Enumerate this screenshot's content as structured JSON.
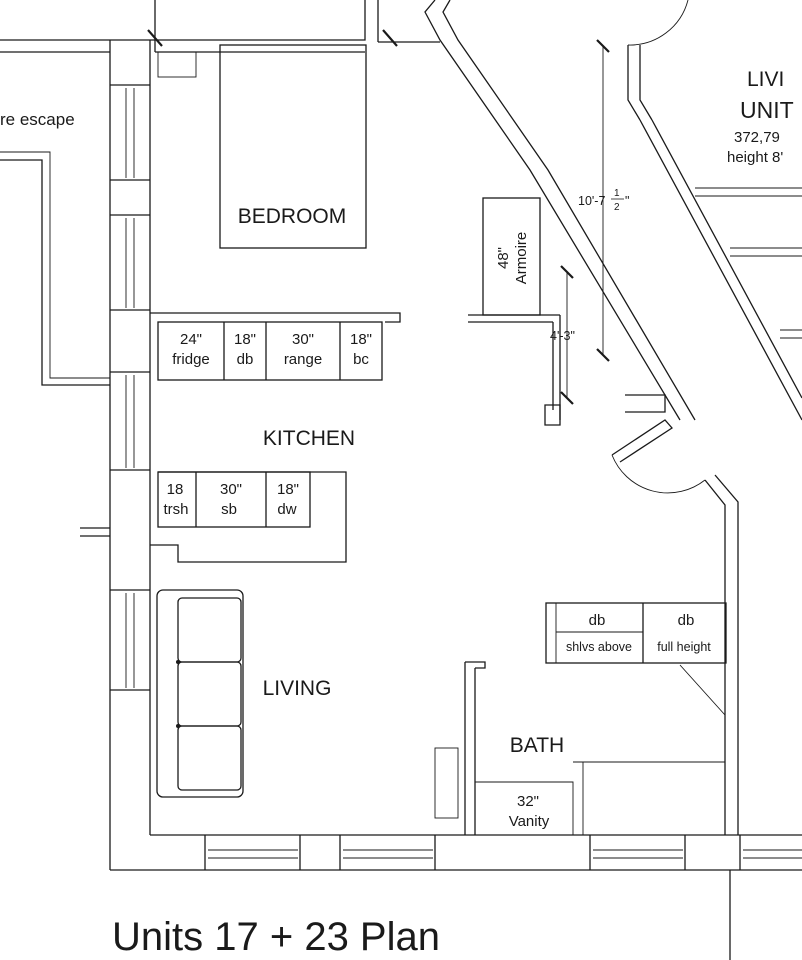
{
  "rooms": {
    "bedroom": "BEDROOM",
    "kitchen": "KITCHEN",
    "living": "LIVING",
    "bath": "BATH"
  },
  "fire_escape": "re escape",
  "upper_cabinets": [
    {
      "size": "24\"",
      "name": "fridge"
    },
    {
      "size": "18\"",
      "name": "db"
    },
    {
      "size": "30\"",
      "name": "range"
    },
    {
      "size": "18\"",
      "name": "bc"
    }
  ],
  "lower_cabinets": [
    {
      "size": "18",
      "name": "trsh"
    },
    {
      "size": "30\"",
      "name": "sb"
    },
    {
      "size": "18\"",
      "name": "dw"
    }
  ],
  "armoire": {
    "size": "48\"",
    "name": "Armoire"
  },
  "dimensions": {
    "tall_main": "10'-7",
    "tall_frac_num": "1",
    "tall_frac_den": "2",
    "tall_inch": "\"",
    "short": "4'-3\""
  },
  "storage": [
    {
      "top": "db",
      "bottom": "shlvs above"
    },
    {
      "top": "db",
      "bottom": "full height"
    }
  ],
  "vanity": {
    "size": "32\"",
    "name": "Vanity"
  },
  "adjacent_unit": {
    "line1": "LIVI",
    "line2": "UNIT",
    "line3": "372,79",
    "line4": "height 8'"
  },
  "title": "Units 17 + 23 Plan"
}
